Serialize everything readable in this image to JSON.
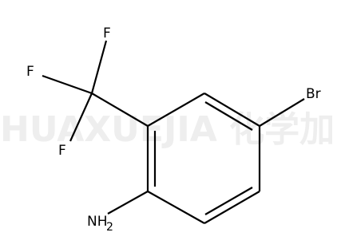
{
  "watermark": {
    "text": "HUAXUEJIA 化学加"
  },
  "molecule": {
    "atoms": {
      "F_top": "F",
      "F_left": "F",
      "F_bottom": "F",
      "Br": "Br",
      "N": "NH",
      "N_subscript": "2"
    }
  }
}
